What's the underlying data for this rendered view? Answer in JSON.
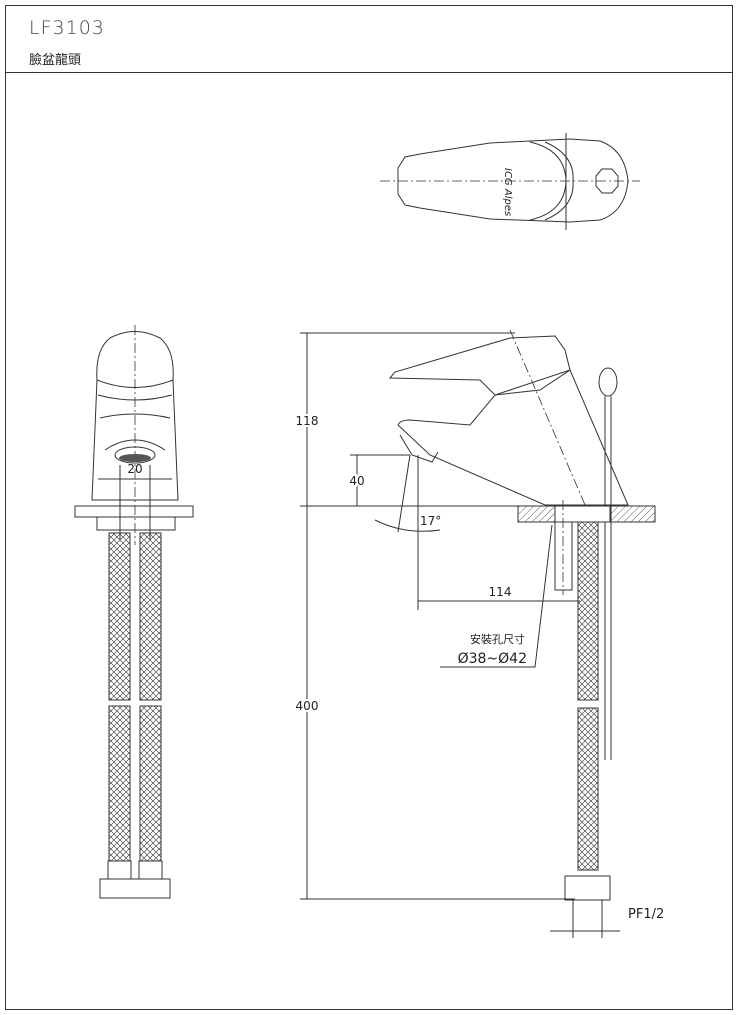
{
  "header": {
    "model": "LF3103",
    "product_name": "臉盆龍頭"
  },
  "logo": {
    "text": "ICG Alpes"
  },
  "dimensions": {
    "handle_height": "118",
    "spout_height": "40",
    "angle": "17°",
    "reach": "114",
    "hose_length": "400",
    "outlet_width": "20",
    "hole_label": "安裝孔尺寸",
    "hole_size": "Ø38~Ø42",
    "thread": "PF1/2"
  }
}
